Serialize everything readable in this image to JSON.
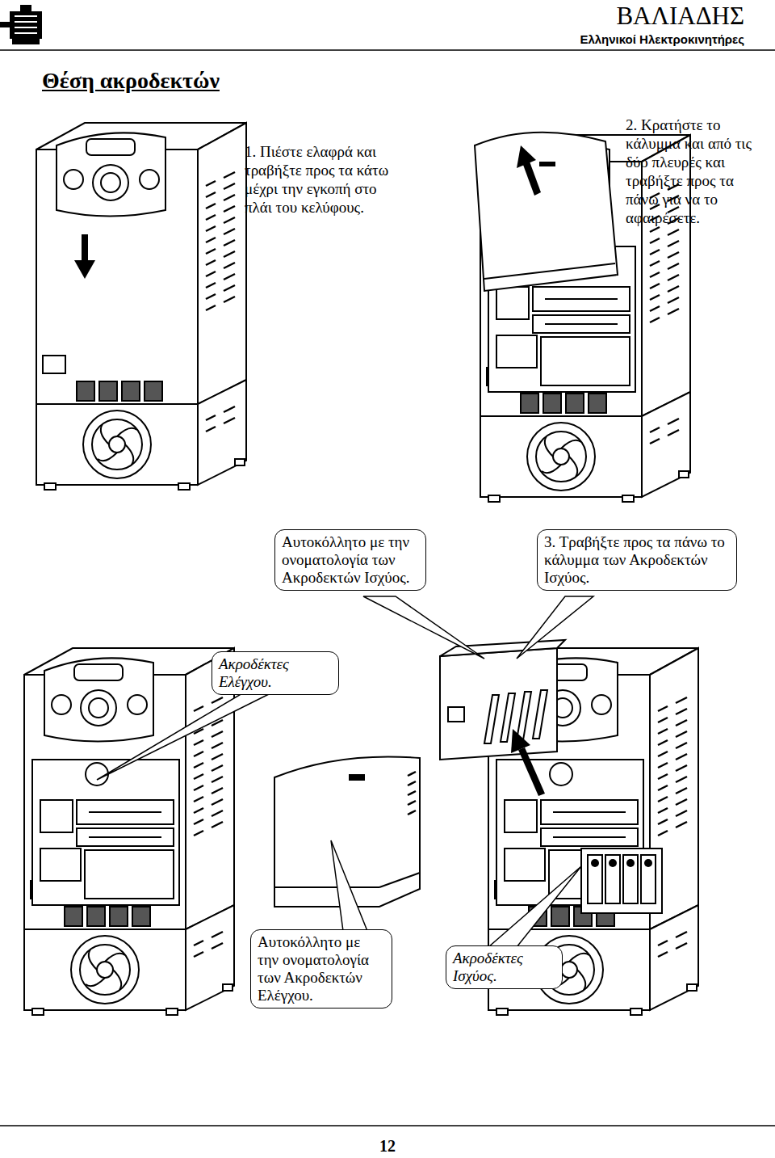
{
  "diagram": {
    "title": "Θέση ακροδεκτών",
    "nodes": [
      {
        "text": [
          "Αυτοκόλλητο με την ονοματολογία των Ακροδεκτών Ισχύος."
        ]
      },
      {
        "text": [
          "3. Τραβήξτε προς τα πάνω το κάλυμμα των Ακροδεκτών Ισχύος."
        ]
      },
      {
        "text": [
          "Ακροδέκτες Ελέγχου."
        ]
      },
      {
        "text": [
          "Αυτοκόλλητο με την ονοματολογία των Ακροδεκτών Ελέγχου."
        ]
      },
      {
        "text": [
          "Ακροδέκτες Ισχύος."
        ]
      }
    ],
    "labels": [
      "ΒΑΛΙΑΔΗΣ",
      "Ελληνικοί Ηλεκτροκινητήρες",
      "1. Πιέστε ελαφρά και τραβήξτε προς τα κάτω μέχρι την εγκοπή στο πλάι του κελύφους.",
      "2. Κρατήστε το κάλυμμα και από τις δύο πλευρές και τραβήξτε προς τα πάνω για να το αφαιρέσετε.",
      "12"
    ]
  }
}
